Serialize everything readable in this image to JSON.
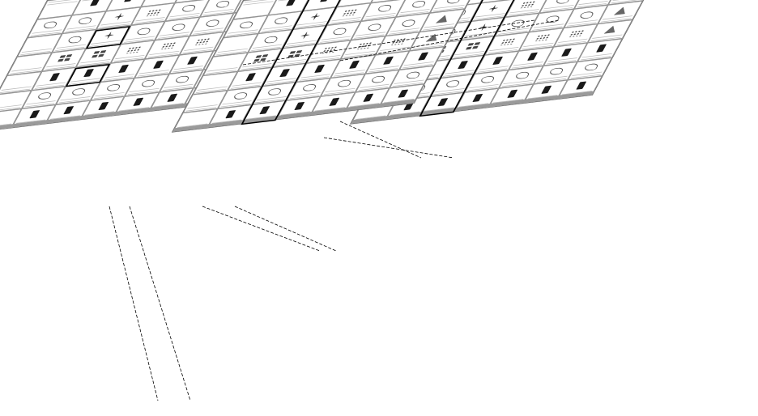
{
  "figure": {
    "panels": [
      {
        "id": "overview",
        "grid": {
          "cols": 7,
          "rows": 7
        }
      },
      {
        "id": "column-zoom-top-right",
        "grid": {
          "cols": 7,
          "rows": 7
        }
      },
      {
        "id": "column-zoom-bottom",
        "grid": {
          "cols": 7,
          "rows": 7
        }
      }
    ],
    "cell_icons": [
      [
        "blank",
        "phone",
        "phone",
        "map",
        "phone",
        "phone",
        "phone"
      ],
      [
        "scribble",
        "scribble",
        "star",
        "dots",
        "scribble",
        "scribble",
        "scribble"
      ],
      [
        "blank",
        "scribble",
        "star",
        "scribble",
        "scribble",
        "scribble",
        "tri"
      ],
      [
        "blank",
        "blocks",
        "blocks",
        "dots",
        "dots",
        "dots",
        "tri"
      ],
      [
        "blank",
        "phone",
        "phone",
        "phone",
        "phone",
        "phone",
        "phone"
      ],
      [
        "blank",
        "scribble",
        "scribble",
        "scribble",
        "scribble",
        "scribble",
        "scribble"
      ],
      [
        "blank",
        "phone",
        "phone",
        "phone",
        "phone",
        "phone",
        "phone"
      ]
    ],
    "colors": {
      "background": "#ffffff",
      "grid_line": "#8a8a8a",
      "highlight": "#000000",
      "footer_bar": "#9a9a9a",
      "connector": "#000000"
    }
  }
}
